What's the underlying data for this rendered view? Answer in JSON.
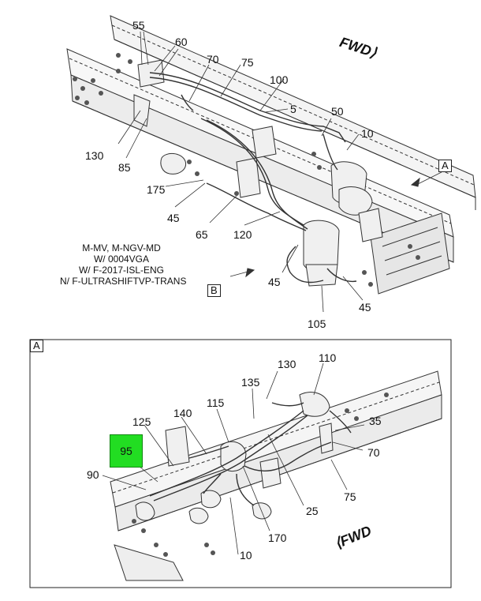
{
  "note": {
    "lines": [
      "M-MV, M-NGV-MD",
      "W/ 0004VGA",
      "W/ F-2017-ISL-ENG",
      "N/ F-ULTRASHIFTVP-TRANS"
    ]
  },
  "fwd": {
    "top": "FWD",
    "bottom": "FWD"
  },
  "view_labels": {
    "a_ref": "A",
    "b_ref": "B",
    "detail_a": "A"
  },
  "top_callouts": [
    "55",
    "60",
    "70",
    "75",
    "100",
    "5",
    "50",
    "10",
    "130",
    "85",
    "175",
    "45",
    "65",
    "120",
    "45",
    "45",
    "105"
  ],
  "detail_callouts": [
    "130",
    "110",
    "135",
    "115",
    "140",
    "125",
    "35",
    "70",
    "90",
    "75",
    "25",
    "170",
    "10"
  ],
  "highlight": {
    "label": "95",
    "color": "#22dd22"
  }
}
